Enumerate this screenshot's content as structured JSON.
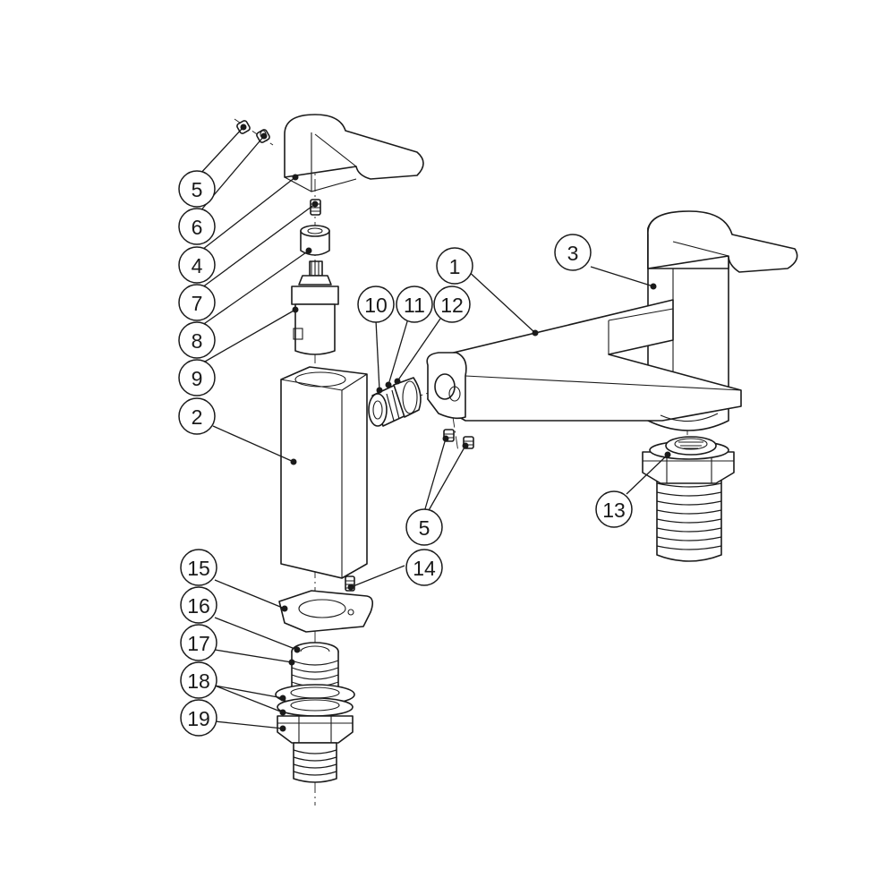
{
  "callouts": [
    {
      "id": "c5a",
      "label": "5"
    },
    {
      "id": "c6",
      "label": "6"
    },
    {
      "id": "c4",
      "label": "4"
    },
    {
      "id": "c7",
      "label": "7"
    },
    {
      "id": "c8",
      "label": "8"
    },
    {
      "id": "c9",
      "label": "9"
    },
    {
      "id": "c2",
      "label": "2"
    },
    {
      "id": "c1",
      "label": "1"
    },
    {
      "id": "c3",
      "label": "3"
    },
    {
      "id": "c10",
      "label": "10"
    },
    {
      "id": "c11",
      "label": "11"
    },
    {
      "id": "c12",
      "label": "12"
    },
    {
      "id": "c13",
      "label": "13"
    },
    {
      "id": "c5b",
      "label": "5"
    },
    {
      "id": "c14",
      "label": "14"
    },
    {
      "id": "c15",
      "label": "15"
    },
    {
      "id": "c16",
      "label": "16"
    },
    {
      "id": "c17",
      "label": "17"
    },
    {
      "id": "c18",
      "label": "18"
    },
    {
      "id": "c19",
      "label": "19"
    }
  ],
  "colors": {
    "line": "#1a1a1a",
    "background": "#ffffff"
  }
}
